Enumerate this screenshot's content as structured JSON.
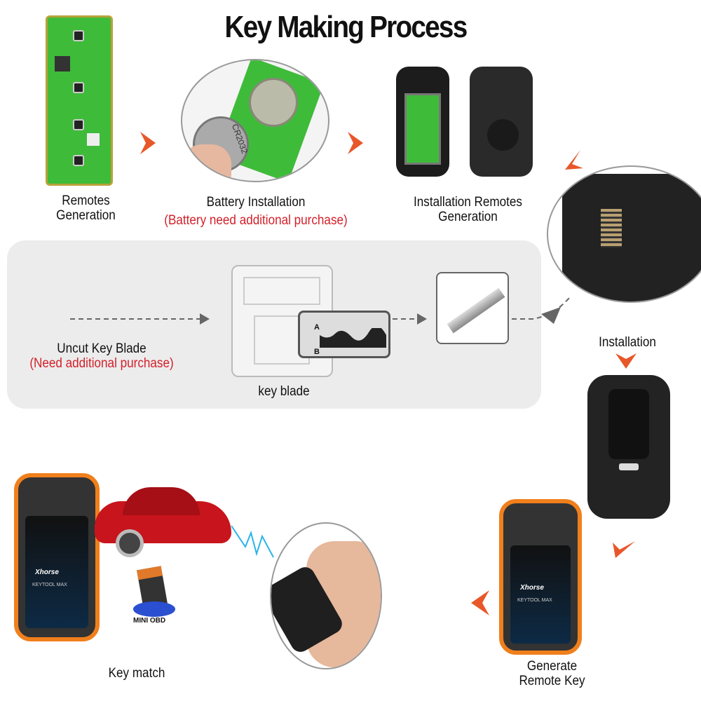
{
  "title": "Key Making Process",
  "steps": {
    "remotes_generation": "Remotes\nGeneration",
    "battery_installation": "Battery Installation",
    "battery_note": "(Battery need additional purchase)",
    "installation_remotes": "Installation Remotes\nGeneration",
    "uncut_blade": "Uncut Key  Blade",
    "blade_note": "(Need additional purchase)",
    "key_blade": "key blade",
    "installation": "Installation",
    "generate_remote_key": "Generate\nRemote Key",
    "key_match": "Key match"
  },
  "device": {
    "brand": "Xhorse",
    "model": "KEYTOOL MAX",
    "adapter": "MINI OBD",
    "battery": "CR2032"
  },
  "machine_panel": {
    "row_a": "A",
    "row_b": "B"
  },
  "colors": {
    "arrow": "#e8572a",
    "note_red": "#d3202a",
    "pcb": "#3fbb3a",
    "tool_orange": "#f07f1c",
    "panel_bg": "#ececec"
  }
}
